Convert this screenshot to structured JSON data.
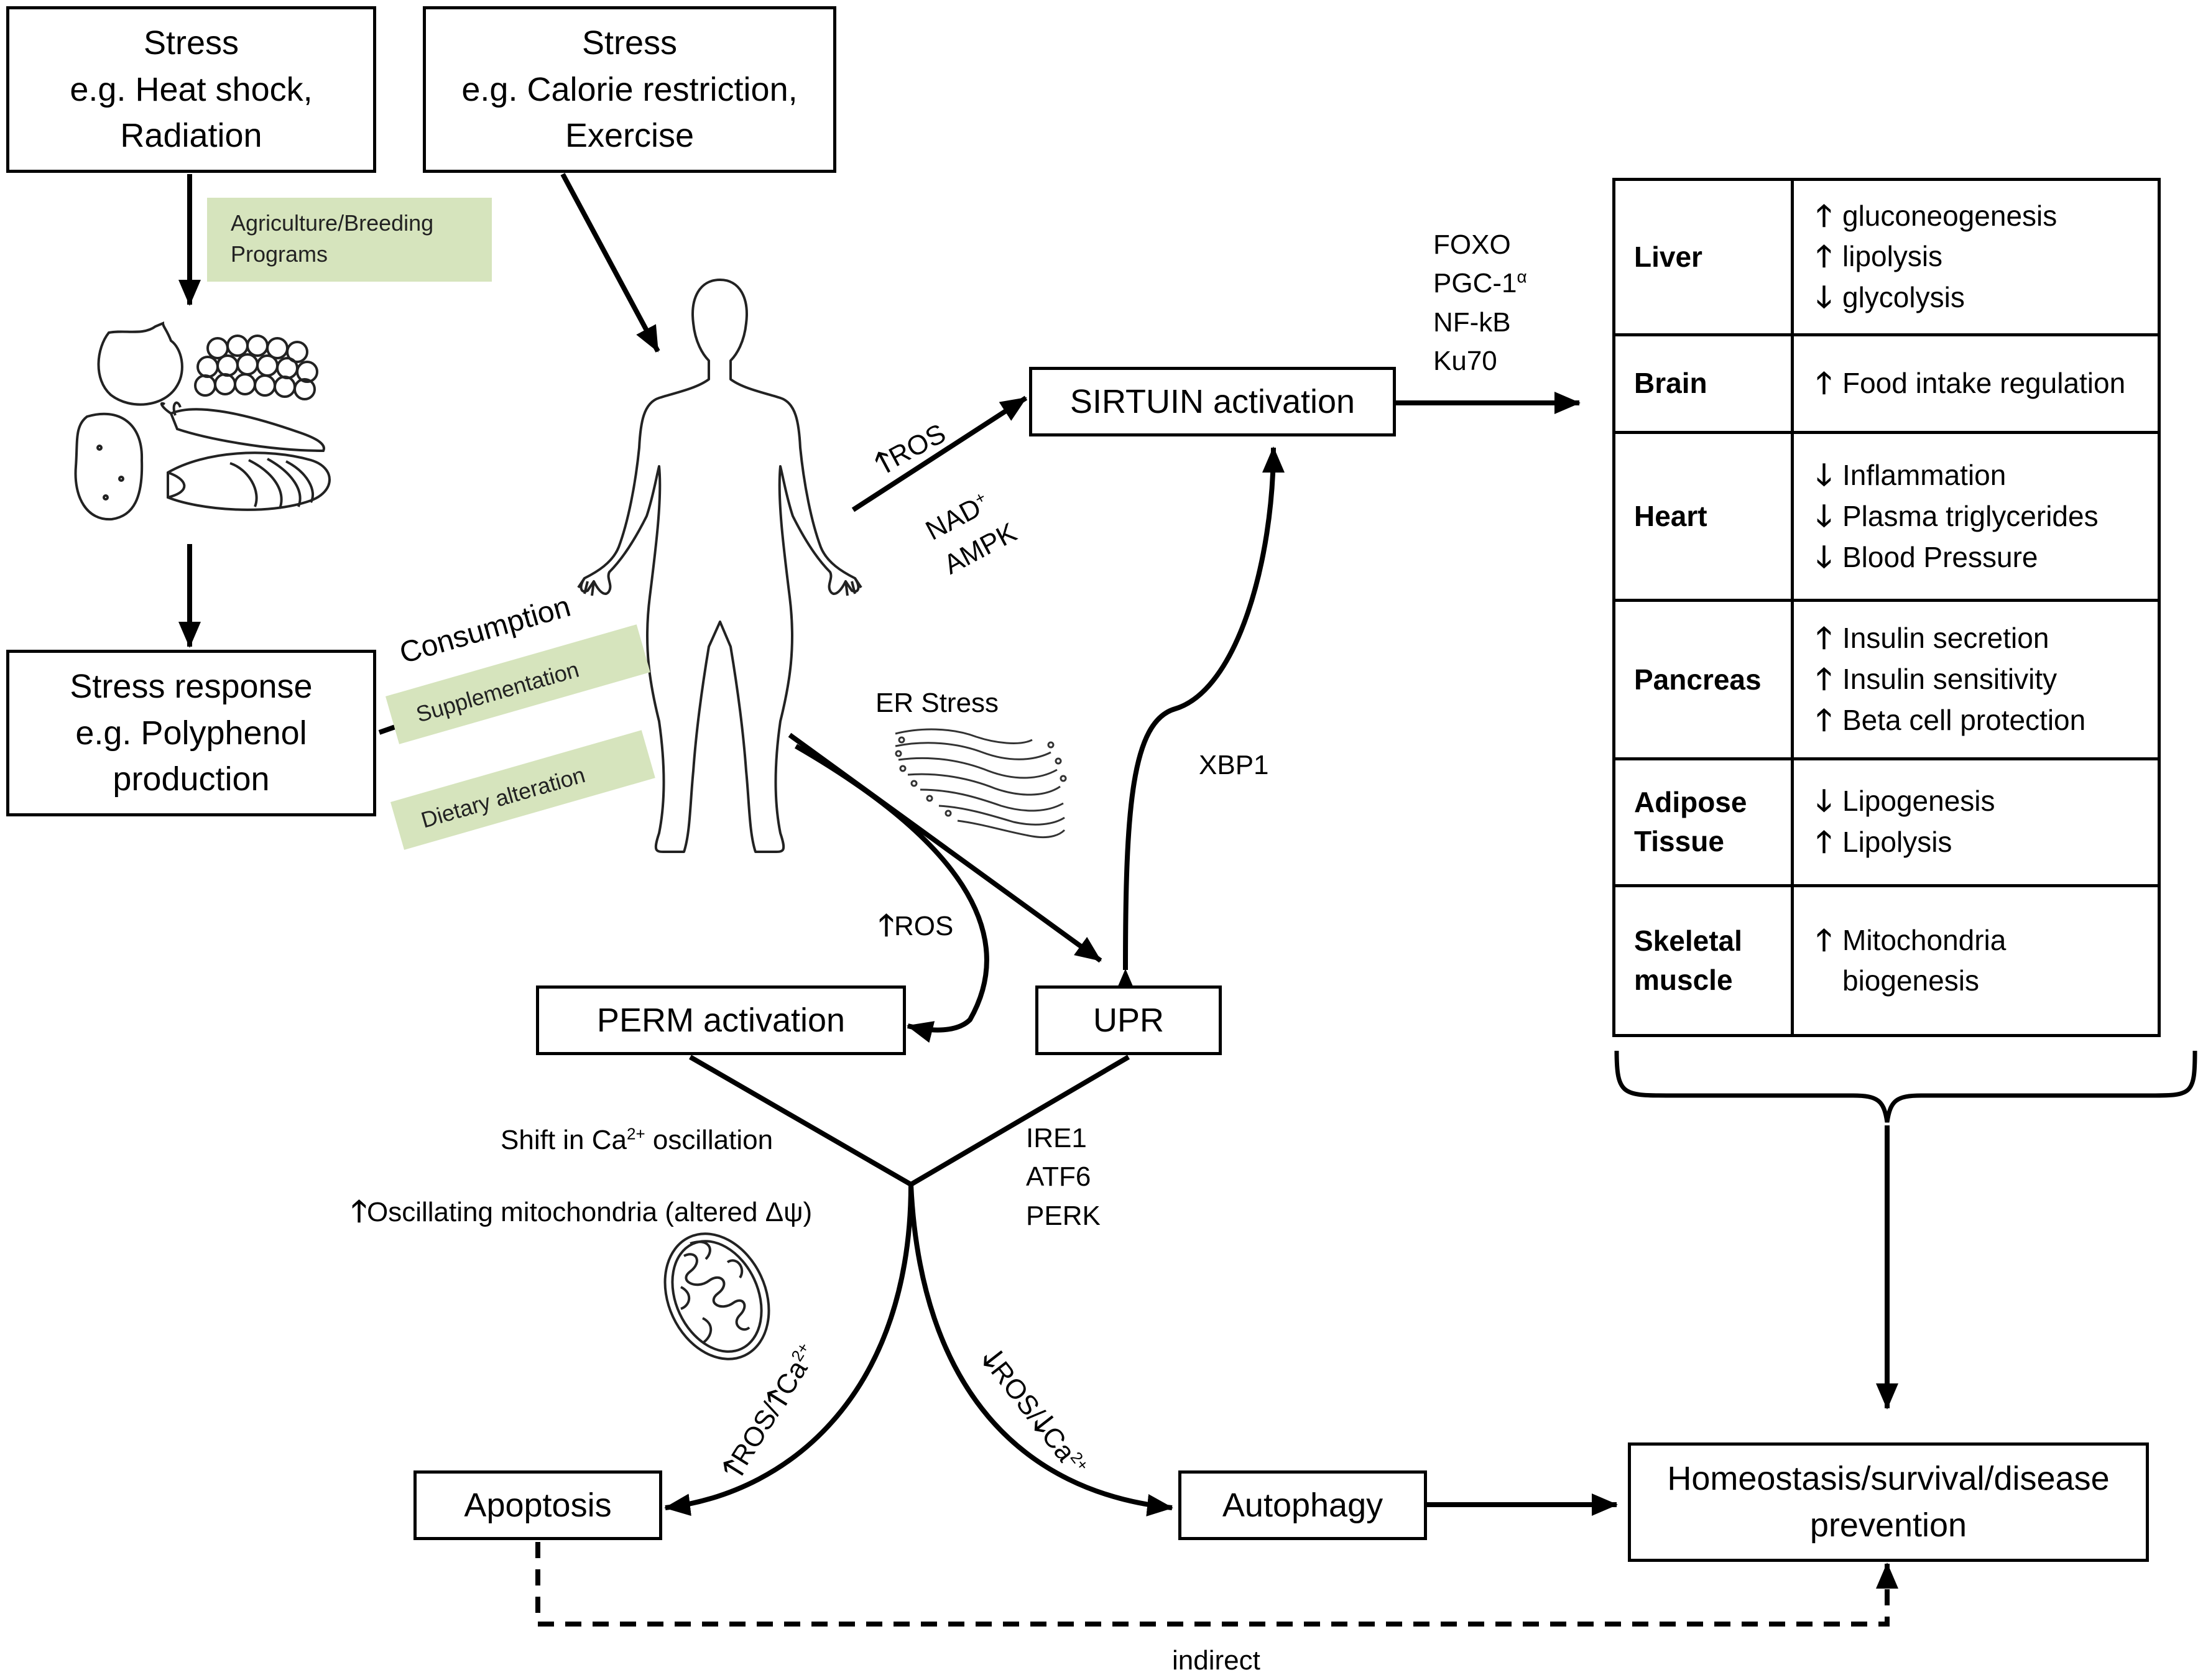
{
  "stress_heat": [
    "Stress",
    "e.g. Heat shock,",
    "Radiation"
  ],
  "stress_calorie": [
    "Stress",
    "e.g. Calorie restriction,",
    "Exercise"
  ],
  "agri_label": [
    "Agriculture/Breeding",
    "Programs"
  ],
  "stress_response": [
    "Stress response",
    "e.g. Polyphenol",
    "production"
  ],
  "consumption": "Consumption",
  "supplementation": "Supplementation",
  "dietary": "Dietary alteration",
  "ros_up_1": "ROS",
  "nad": "NAD",
  "nad_sup": "+",
  "ampk": "AMPK",
  "sirtuin": "SIRTUIN activation",
  "sirtuin_targets": [
    "FOXO",
    "PGC-1",
    "NF-kB",
    "Ku70"
  ],
  "pgc_sup": "α",
  "er_stress": "ER Stress",
  "xbp1": "XBP1",
  "ros_up_2": "ROS",
  "perm": "PERM activation",
  "upr": "UPR",
  "shift_ca": {
    "pre": "Shift in Ca",
    "sup": "2+",
    "post": " oscillation"
  },
  "oscillating": "Oscillating mitochondria (altered Δψ)",
  "upr_targets": [
    "IRE1",
    "ATF6",
    "PERK"
  ],
  "apoptosis_path": {
    "ros": "ROS/",
    "ca": "Ca",
    "sup": "2+"
  },
  "autophagy_path": {
    "ros": "ROS/",
    "ca": "Ca",
    "sup": "2+"
  },
  "apoptosis": "Apoptosis",
  "autophagy": "Autophagy",
  "homeostasis": [
    "Homeostasis/survival/disease",
    "prevention"
  ],
  "indirect": "indirect",
  "organ_table": [
    {
      "organ": [
        "Liver"
      ],
      "effects": [
        {
          "dir": "up",
          "text": "gluconeogenesis"
        },
        {
          "dir": "up",
          "text": "lipolysis"
        },
        {
          "dir": "down",
          "text": "glycolysis"
        }
      ]
    },
    {
      "organ": [
        "Brain"
      ],
      "effects": [
        {
          "dir": "up",
          "text": "Food intake regulation"
        }
      ]
    },
    {
      "organ": [
        "Heart"
      ],
      "effects": [
        {
          "dir": "down",
          "text": "Inflammation"
        },
        {
          "dir": "down",
          "text": "Plasma triglycerides"
        },
        {
          "dir": "down",
          "text": "Blood Pressure"
        }
      ]
    },
    {
      "organ": [
        "Pancreas"
      ],
      "effects": [
        {
          "dir": "up",
          "text": "Insulin secretion"
        },
        {
          "dir": "up",
          "text": "Insulin sensitivity"
        },
        {
          "dir": "up",
          "text": "Beta cell protection"
        }
      ]
    },
    {
      "organ": [
        "Adipose",
        "Tissue"
      ],
      "effects": [
        {
          "dir": "down",
          "text": "Lipogenesis"
        },
        {
          "dir": "up",
          "text": "Lipolysis"
        }
      ]
    },
    {
      "organ": [
        "Skeletal",
        "muscle"
      ],
      "effects": [
        {
          "dir": "up",
          "text": "Mitochondria"
        },
        {
          "dir": "none",
          "text": "biogenesis"
        }
      ]
    }
  ],
  "colors": {
    "green_label": "#d6e4bd",
    "line": "#000000"
  },
  "icons": [
    "vegetables-illustration",
    "human-body-outline",
    "endoplasmic-reticulum-illustration",
    "mitochondrion-illustration"
  ]
}
